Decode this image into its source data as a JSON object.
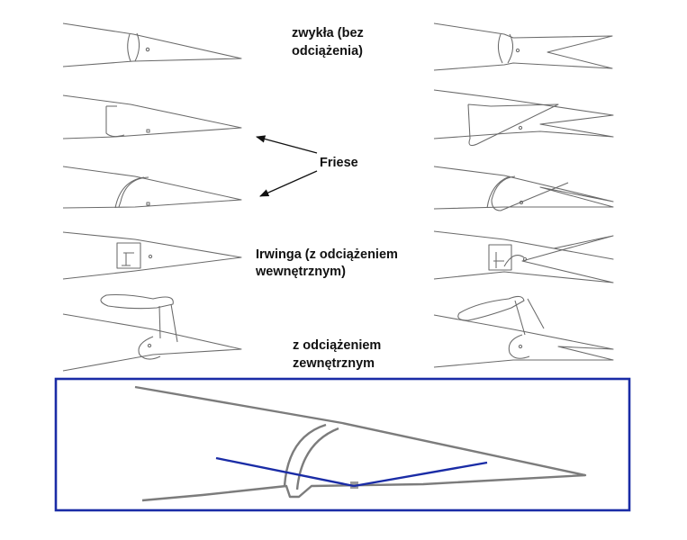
{
  "labels": {
    "plain_line1": "zwykła (bez",
    "plain_line2": "odciążenia)",
    "friese": "Friese",
    "irwing_line1": "Irwinga (z odciążeniem",
    "irwing_line2": "wewnętrznym)",
    "external_line1": "z odciążeniem",
    "external_line2": "zewnętrznym"
  },
  "colors": {
    "highlight_frame": "#1a2ca6",
    "highlight_lines": "#1a2ca6",
    "outline": "#6a6a6a",
    "text": "#111111"
  }
}
